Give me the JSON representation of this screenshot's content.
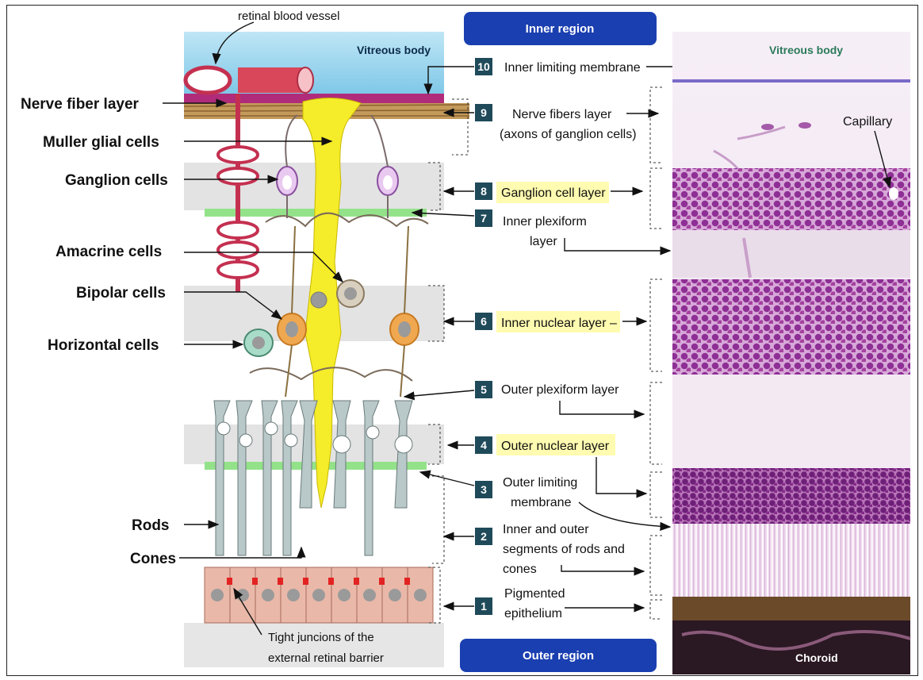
{
  "diagram": {
    "left_labels": {
      "nerve_fiber_layer": "Nerve fiber layer",
      "muller_glial_cells": "Muller glial cells",
      "ganglion_cells": "Ganglion cells",
      "amacrine_cells": "Amacrine cells",
      "bipolar_cells": "Bipolar cells",
      "horizontal_cells": "Horizontal cells",
      "rods": "Rods",
      "cones": "Cones"
    },
    "top_label": "retinal blood vessel",
    "bottom_label_1": "Tight juncions of the",
    "bottom_label_2": "external retinal barrier",
    "vitreous_left": "Vitreous body",
    "vitreous_right": "Vitreous body",
    "inner_region": "Inner region",
    "outer_region": "Outer region",
    "capillary": "Capillary",
    "choroid": "Choroid",
    "layers": [
      {
        "num": "10",
        "line1": "Inner limiting membrane"
      },
      {
        "num": "9",
        "line1": "Nerve fibers layer",
        "line2": "(axons of ganglion cells)"
      },
      {
        "num": "8",
        "line1": "Ganglion cell layer"
      },
      {
        "num": "7",
        "line1": "Inner plexiform",
        "line2": "layer"
      },
      {
        "num": "6",
        "line1": "Inner nuclear layer –"
      },
      {
        "num": "5",
        "line1": "Outer plexiform layer"
      },
      {
        "num": "4",
        "line1": "Outer nuclear layer"
      },
      {
        "num": "3",
        "line1": "Outer limiting",
        "line2": "membrane"
      },
      {
        "num": "2",
        "line1": "Inner and outer",
        "line2": "segments of rods and",
        "line3": "cones"
      },
      {
        "num": "1",
        "line1": "Pigmented",
        "line2": "epithelium"
      }
    ]
  },
  "colors": {
    "region_blue": "#1a3fb0",
    "number_box": "#1f4a5a",
    "highlight_yellow": "#fffbb0",
    "muller_yellow": "#f5ec2a",
    "vessel_red": "#d9485a",
    "rod_gray": "#b9c8c8",
    "epithelium_pink": "#e9b8a8",
    "histology_purple": "#9b3f9e"
  }
}
